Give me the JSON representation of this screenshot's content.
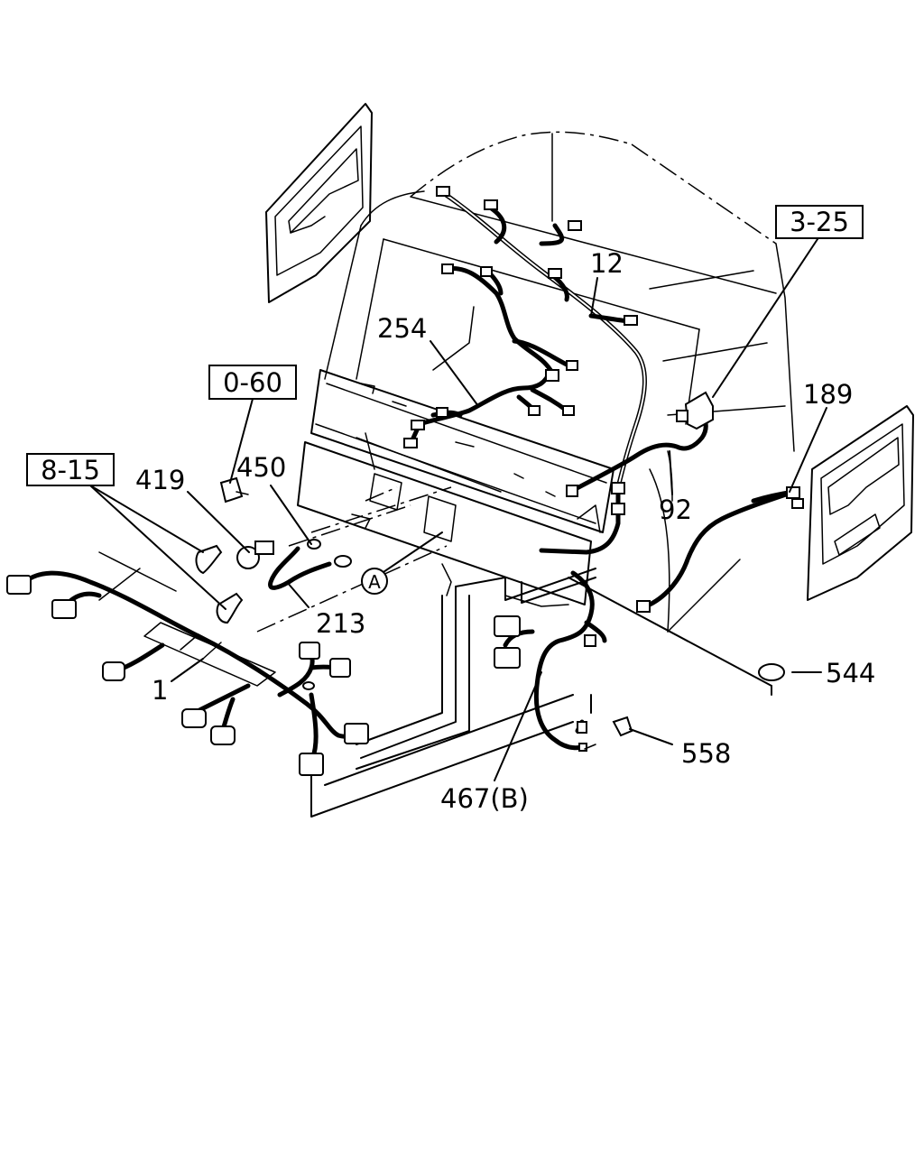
{
  "callouts": {
    "ref_3_25": "3-25",
    "ref_0_60": "0-60",
    "ref_8_15": "8-15",
    "part_12": "12",
    "part_254": "254",
    "part_189": "189",
    "part_92": "92",
    "part_419": "419",
    "part_450": "450",
    "part_213": "213",
    "part_1": "1",
    "part_544": "544",
    "part_558": "558",
    "part_467b": "467(B)",
    "view_a": "A"
  }
}
